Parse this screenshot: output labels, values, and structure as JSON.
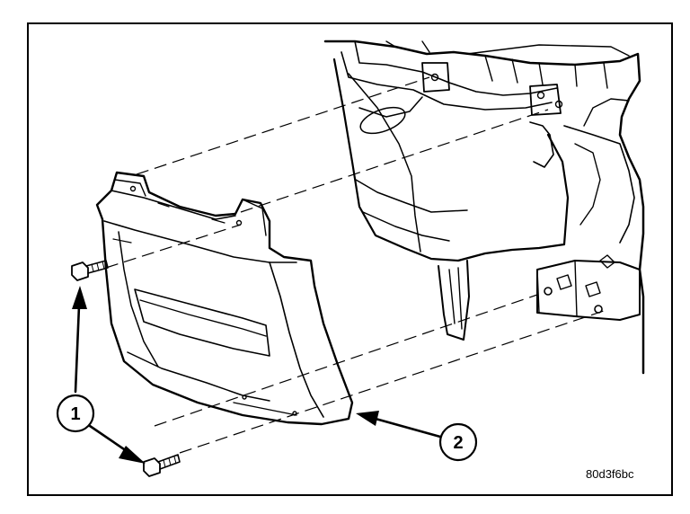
{
  "diagram": {
    "callouts": [
      {
        "number": "1"
      },
      {
        "number": "2"
      }
    ],
    "reference_code": "80d3f6bc"
  }
}
